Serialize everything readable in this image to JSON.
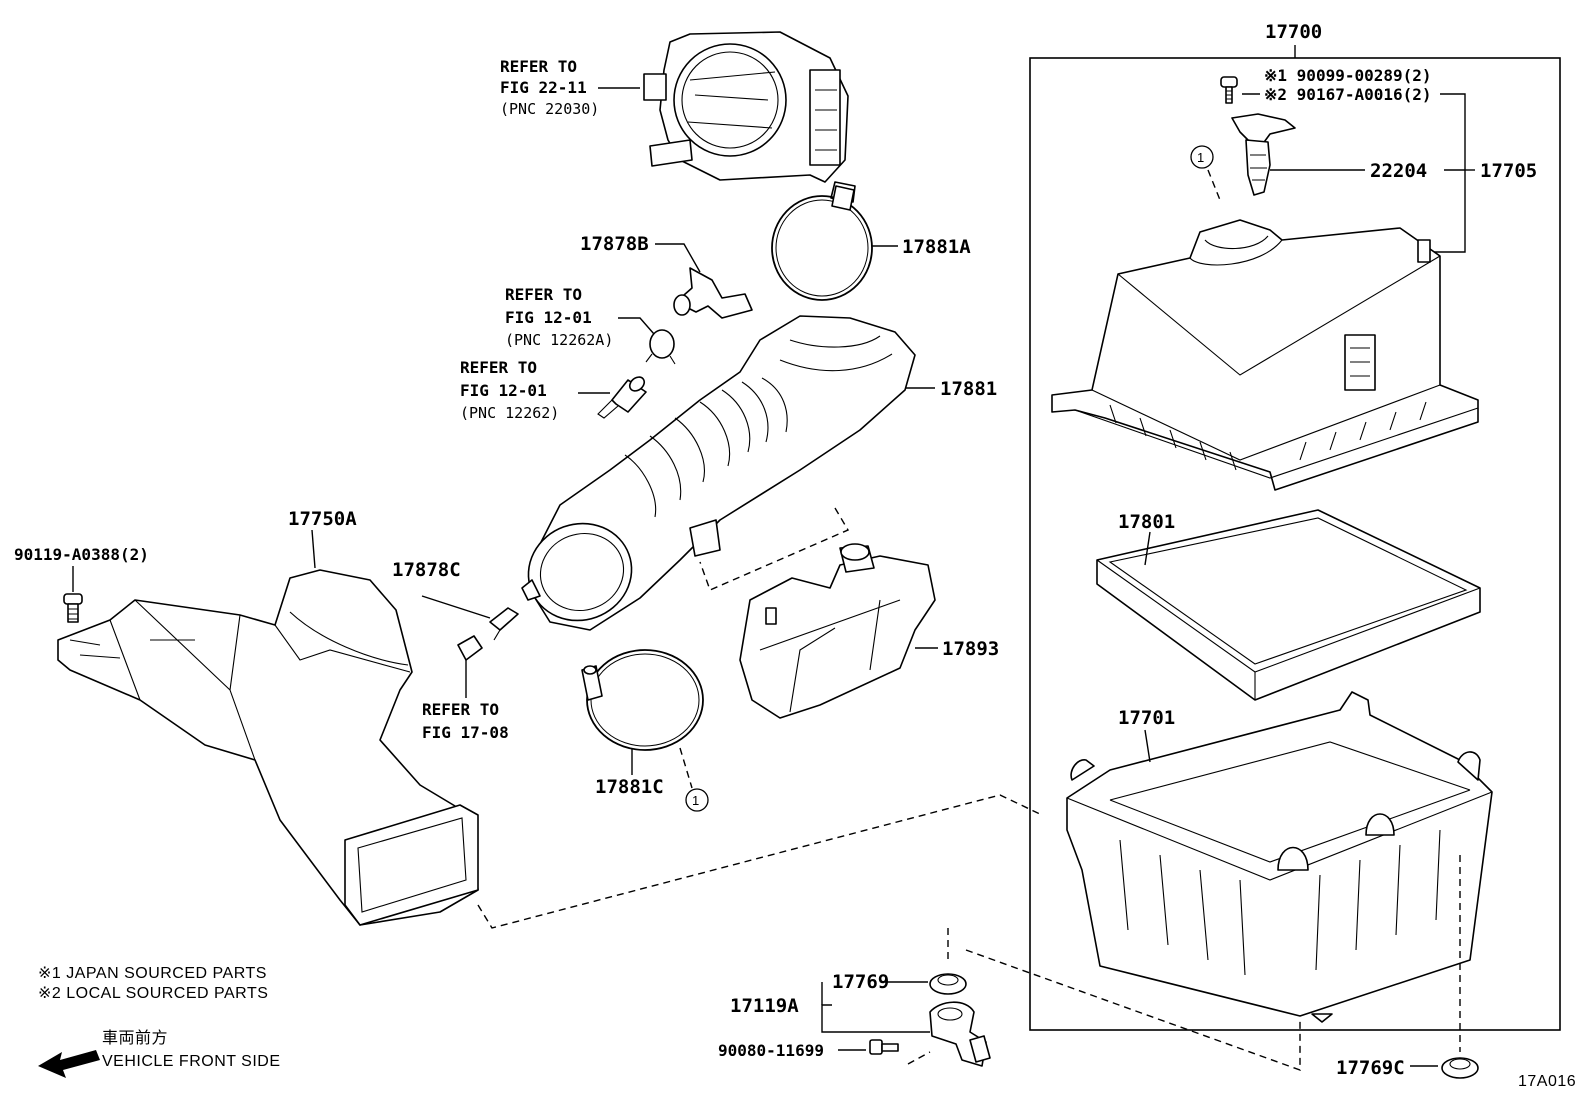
{
  "assembly": {
    "number": "17700"
  },
  "fig_code": "17A016",
  "parts": {
    "p17705": "17705",
    "p22204": "22204",
    "bolt1": "※1  90099-00289(2)",
    "bolt2": "※2  90167-A0016(2)",
    "p17801": "17801",
    "p17701": "17701",
    "p17881A": "17881A",
    "p17878B": "17878B",
    "p17881": "17881",
    "p17893": "17893",
    "p17881C": "17881C",
    "p17878C": "17878C",
    "p17750A": "17750A",
    "p90119": "90119-A0388(2)",
    "p17769": "17769",
    "p17119A": "17119A",
    "p90080": "90080-11699",
    "p17769C": "17769C"
  },
  "refs": {
    "throttle": {
      "l1": "REFER TO",
      "l2": "FIG 22-11",
      "l3": "(PNC 22030)"
    },
    "pnc12262A": {
      "l1": "REFER TO",
      "l2": "FIG 12-01",
      "l3": "(PNC 12262A)"
    },
    "pnc12262": {
      "l1": "REFER TO",
      "l2": "FIG 12-01",
      "l3": "(PNC 12262)"
    },
    "fig1708": {
      "l1": "REFER TO",
      "l2": "FIG 17-08"
    }
  },
  "circle_marker": "1",
  "notes": {
    "n1": "※1  JAPAN SOURCED PARTS",
    "n2": "※2  LOCAL SOURCED PARTS"
  },
  "direction": {
    "jp": "車両前方",
    "en": "VEHICLE FRONT SIDE"
  }
}
